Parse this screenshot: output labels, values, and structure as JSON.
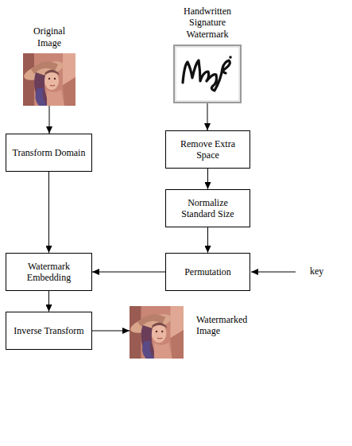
{
  "diagram": {
    "nodes": [
      {
        "text": [
          "Original Image"
        ]
      },
      {
        "text": [
          "Handwritten Signature Watermark"
        ]
      },
      {
        "text": [
          "Transform Domain"
        ]
      },
      {
        "text": [
          "Remove Extra Space"
        ]
      },
      {
        "text": [
          "Normalize Standard Size"
        ]
      },
      {
        "text": [
          "Watermark Embedding"
        ]
      },
      {
        "text": [
          "Permutation"
        ]
      },
      {
        "text": [
          "Inverse Transform"
        ]
      },
      {
        "text": [
          "Watermarked Image"
        ]
      }
    ],
    "edges": [
      {
        "from": 0,
        "to": 2,
        "arrow": "to"
      },
      {
        "from": 1,
        "to": 3,
        "arrow": "to"
      },
      {
        "from": 3,
        "to": 4,
        "arrow": "to"
      },
      {
        "from": 4,
        "to": 6,
        "arrow": "to"
      },
      {
        "from": 2,
        "to": 5,
        "arrow": "to"
      },
      {
        "from": 6,
        "to": 5,
        "arrow": "to"
      },
      {
        "from": 5,
        "to": 7,
        "arrow": "to"
      },
      {
        "from": 7,
        "to": 8,
        "arrow": "to"
      }
    ],
    "labels": [
      "key"
    ]
  }
}
